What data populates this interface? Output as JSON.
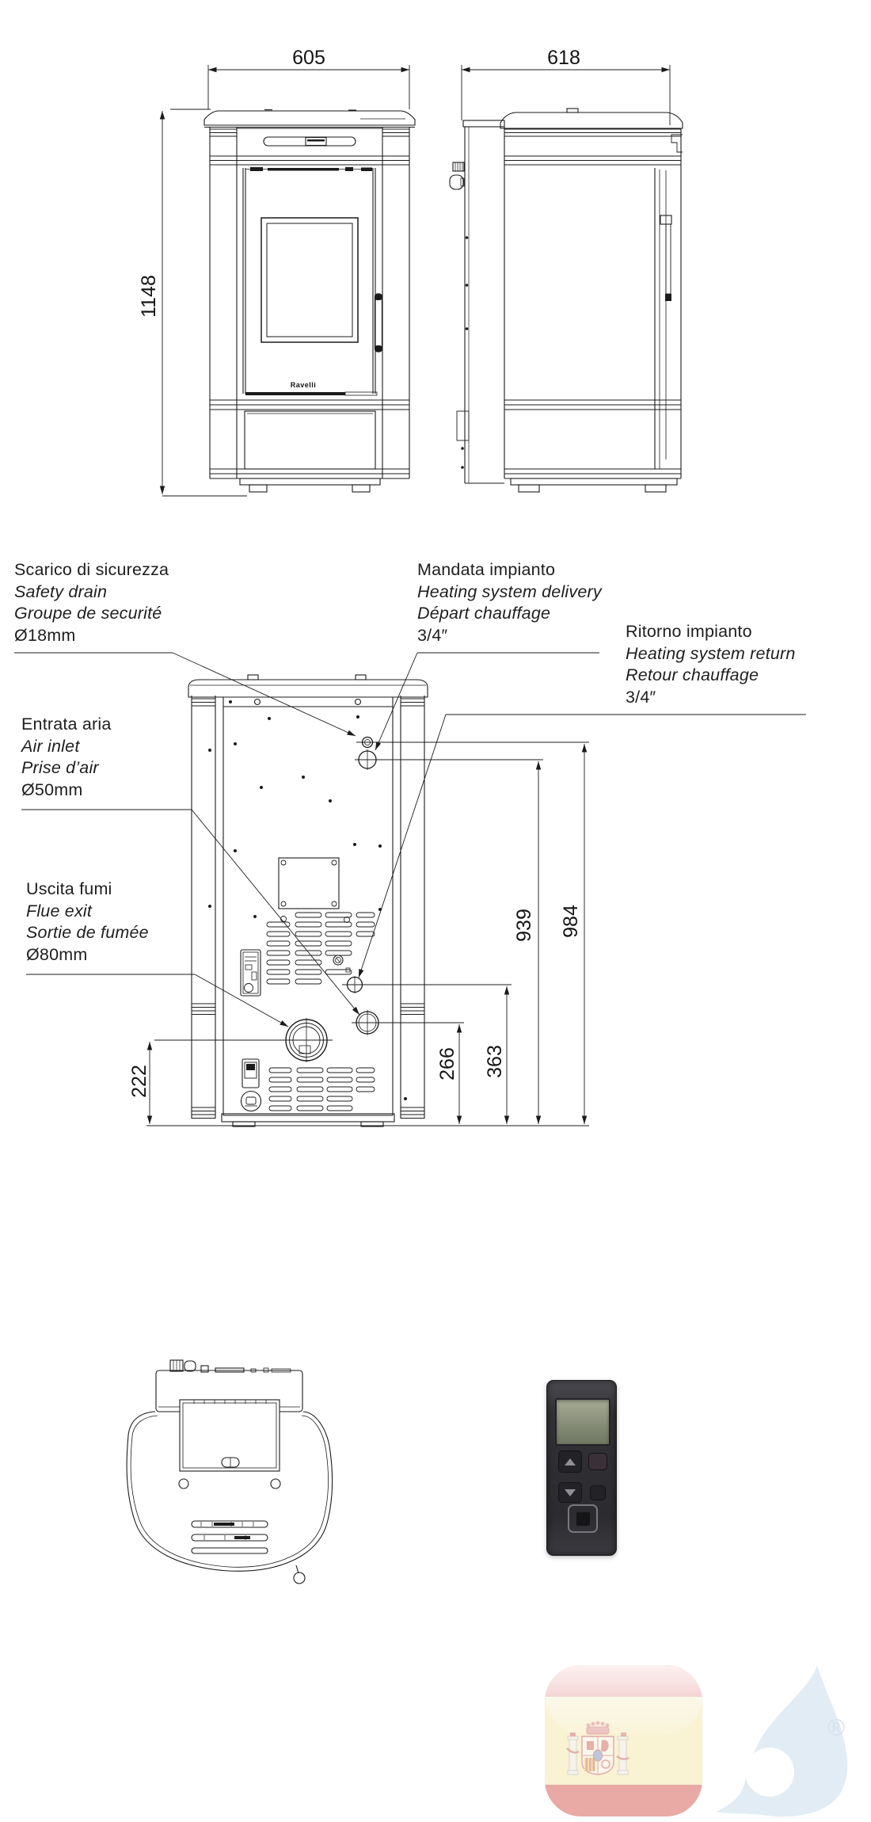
{
  "drawing": {
    "brand_label": "Ravelli",
    "dimensions": {
      "front_width": "605",
      "depth": "618",
      "height": "1148",
      "flue_exit_height": "222",
      "air_inlet_height": "266",
      "return_height": "363",
      "delivery_height": "939",
      "safety_drain_height": "984"
    },
    "annotations": {
      "safety_drain": {
        "lines": [
          "Scarico di sicurezza",
          "Safety drain",
          "Groupe de securité",
          "Ø18mm"
        ]
      },
      "heating_delivery": {
        "lines": [
          "Mandata impianto",
          "Heating system delivery",
          "Départ chauffage",
          "3/4″"
        ]
      },
      "heating_return": {
        "lines": [
          "Ritorno impianto",
          "Heating system return",
          "Retour chauffage",
          "3/4″"
        ]
      },
      "air_inlet": {
        "lines": [
          "Entrata aria",
          "Air inlet",
          "Prise d’air",
          "Ø50mm"
        ]
      },
      "flue_exit": {
        "lines": [
          "Uscita fumi",
          "Flue exit",
          "Sortie de fumée",
          "Ø80mm"
        ]
      }
    },
    "line_color": "#1b1b1b"
  },
  "logos": {
    "spain_flag": {
      "red": "#d4564c",
      "yellow": "#f4e6a8"
    },
    "water_drop": {
      "color": "#dce8f3",
      "registered_mark": "®"
    }
  }
}
